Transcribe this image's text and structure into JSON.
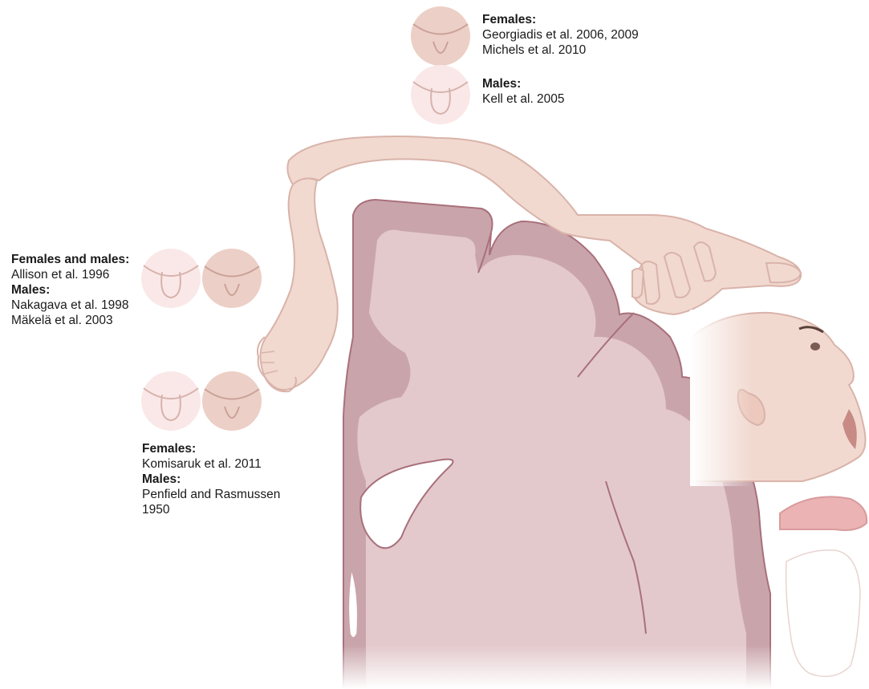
{
  "colors": {
    "grey_matter": "#c9a5ab",
    "grey_matter_edge": "#a9707c",
    "white_matter": "#e3c9cc",
    "skin": "#f1d9d0",
    "skin_edge": "#d9b3a9",
    "icon_female_bg": "#eccfc6",
    "icon_male_bg": "#fae8e8"
  },
  "labels": {
    "top": {
      "females_heading": "Females:",
      "females_refs": [
        "Georgiadis et al. 2006, 2009",
        "Michels et al. 2010"
      ],
      "males_heading": "Males:",
      "males_refs": [
        "Kell et al. 2005"
      ]
    },
    "left": {
      "both_heading": "Females and males:",
      "both_refs": [
        "Allison et al. 1996"
      ],
      "males_heading": "Males:",
      "males_refs": [
        "Nakagava et al. 1998",
        "Mäkelä et al. 2003"
      ]
    },
    "bottom": {
      "females_heading": "Females:",
      "females_refs": [
        "Komisaruk et al. 2011"
      ],
      "males_heading": "Males:",
      "males_refs": [
        "Penfield and Rasmussen",
        "1950"
      ]
    }
  },
  "icons": [
    "female-genital-icon",
    "male-genital-icon"
  ]
}
